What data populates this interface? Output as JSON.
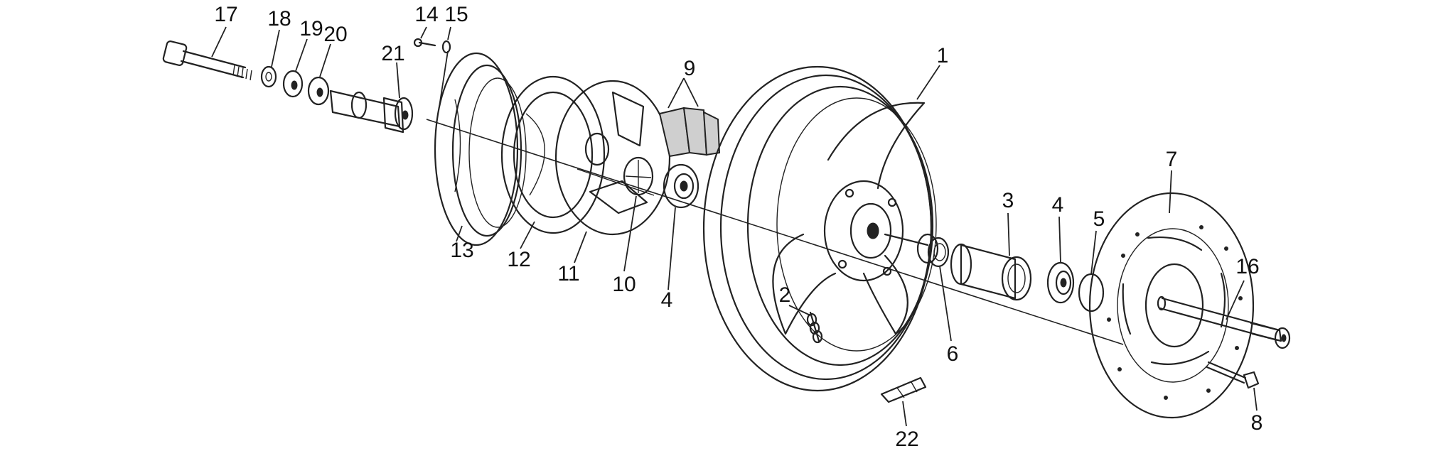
{
  "callouts": [
    "17",
    "18",
    "19",
    "20",
    "21",
    "14",
    "15",
    "9",
    "1",
    "13",
    "12",
    "11",
    "10",
    "4",
    "2",
    "3",
    "4",
    "5",
    "7",
    "16",
    "6",
    "22",
    "8"
  ],
  "colors": {
    "line": "#222222",
    "background": "#ffffff"
  }
}
